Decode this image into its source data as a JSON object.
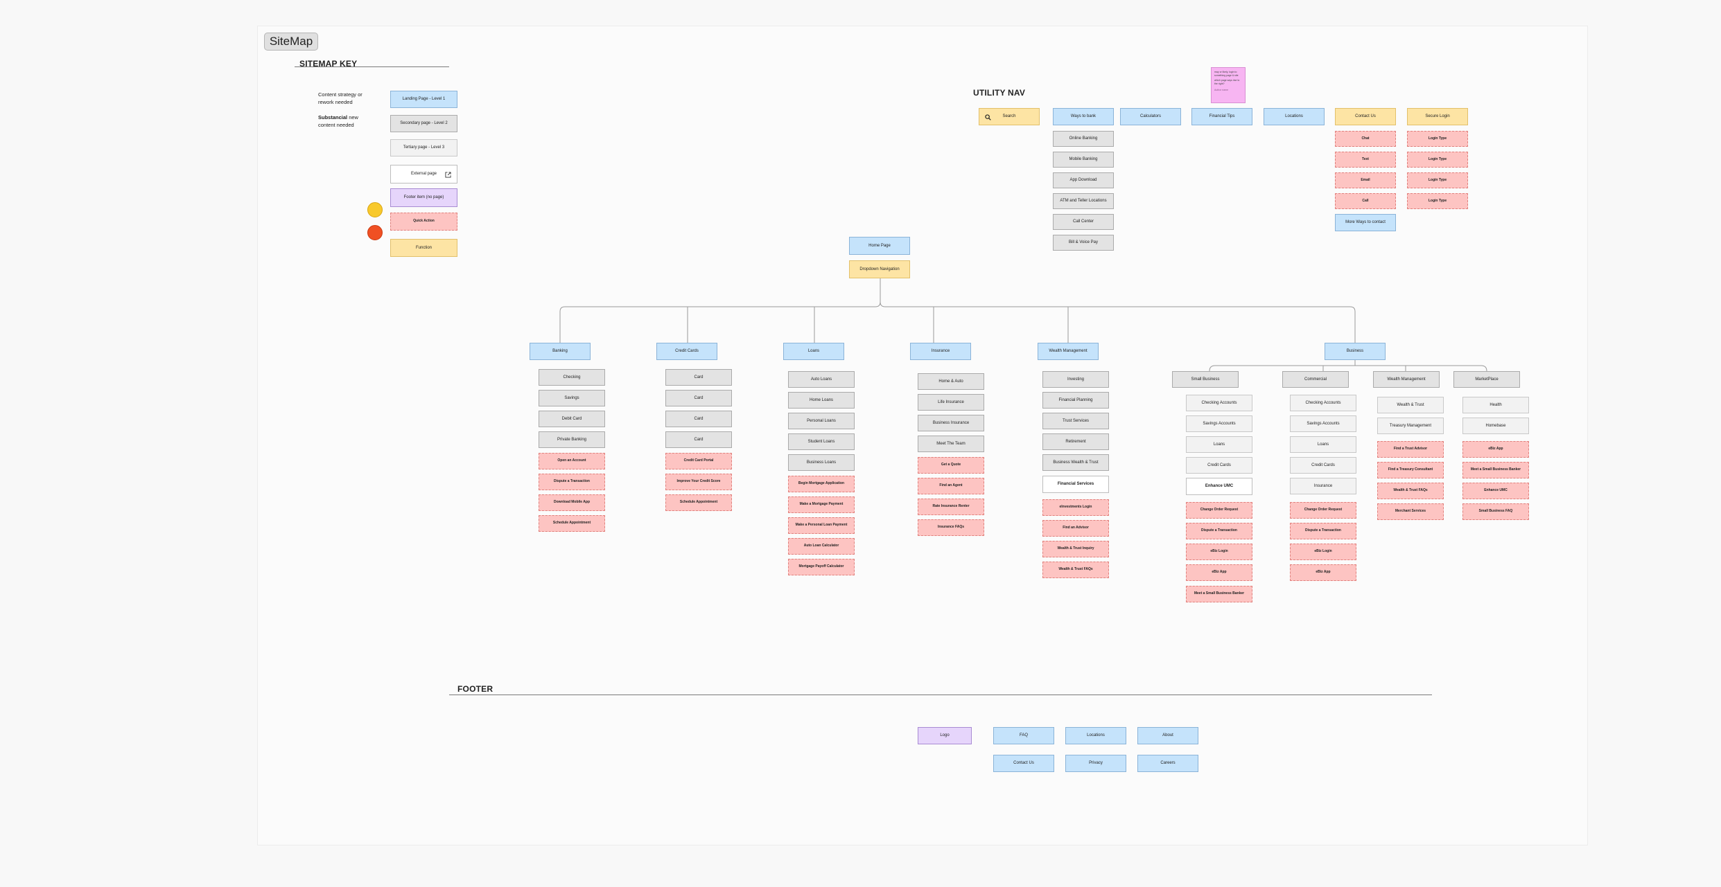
{
  "title": "SiteMap",
  "key": {
    "heading": "SITEMAP KEY",
    "note1": "Content strategy or rework needed",
    "note2_bold": "Substancial",
    "note2_rest": " new content needed",
    "landing": "Landing Page - Level 1",
    "secondary": "Secondary page - Level 2",
    "tertiary": "Tertiary page - Level 3",
    "external": "External page",
    "footer": "Footer item (no page)",
    "quick": "Quick Action",
    "function": "Function",
    "dot_yellow": "#f8c92c",
    "dot_red": "#f05023"
  },
  "utility": {
    "heading": "UTILITY NAV",
    "sticky": [
      "may or likely, login to something page & site",
      "which page says rise to the right?",
      "Author name"
    ],
    "search": "Search",
    "ways": {
      "label": "Ways to bank",
      "children": [
        "Online Banking",
        "Mobile Banking",
        "App Download",
        "ATM and Teller Locations",
        "Call Center",
        "Bill & Voice Pay"
      ]
    },
    "calculators": "Calculators",
    "tips": "Financial Tips",
    "locations": "Locations",
    "contact": {
      "label": "Contact Us",
      "children": [
        "Chat",
        "Text",
        "Email",
        "Call"
      ],
      "more": "More Ways to contact"
    },
    "login": {
      "label": "Secure Login",
      "children": [
        "Login Type",
        "Login Type",
        "Login Type",
        "Login Type"
      ]
    }
  },
  "home": {
    "label": "Home Page",
    "nav": "Dropdown Navigation"
  },
  "sections": {
    "banking": {
      "label": "Banking",
      "pages": [
        "Checking",
        "Savings",
        "Debit Card",
        "Private Banking"
      ],
      "actions": [
        "Open an Account",
        "Dispute a Transaction",
        "Download Mobile App",
        "Schedule Appointment"
      ]
    },
    "credit": {
      "label": "Credit Cards",
      "pages": [
        "Card",
        "Card",
        "Card",
        "Card"
      ],
      "actions": [
        "Credit Card Portal",
        "Improve Your Credit Score",
        "Schedule Appointment"
      ]
    },
    "loans": {
      "label": "Loans",
      "pages": [
        "Auto Loans",
        "Home Loans",
        "Personal Loans",
        "Student Loans",
        "Business Loans"
      ],
      "actions": [
        "Begin Mortgage Application",
        "Make a Mortgage Payment",
        "Make a Personal Loan Payment",
        "Auto Loan Calculator",
        "Mortgage Payoff Calculator"
      ]
    },
    "insurance": {
      "label": "Insurance",
      "pages": [
        "Home & Auto",
        "Life Insurance",
        "Business Insurance",
        "Meet The Team"
      ],
      "actions": [
        "Get a Quote",
        "Find an Agent",
        "Rate Insurance Renter",
        "Insurance FAQs"
      ]
    },
    "wealth": {
      "label": "Wealth Management",
      "pages": [
        "Investing",
        "Financial Planning",
        "Trust Services",
        "Retirement",
        "Business Wealth & Trust"
      ],
      "external": "Financial Services",
      "actions": [
        "eInvestments Login",
        "Find an Advisor",
        "Wealth & Trust Inquiry",
        "Wealth & Trust FAQs"
      ]
    },
    "business": {
      "label": "Business",
      "small": {
        "label": "Small Business",
        "pages": [
          "Checking Accounts",
          "Savings Accounts",
          "Loans",
          "Credit Cards"
        ],
        "external": "Enhance UMC",
        "actions": [
          "Change Order Request",
          "Dispute a Transaction",
          "eBiz Login",
          "eBiz App",
          "Meet a Small Business Banker"
        ]
      },
      "commercial": {
        "label": "Commercial",
        "pages": [
          "Checking Accounts",
          "Savings Accounts",
          "Loans",
          "Credit Cards",
          "Insurance"
        ],
        "actions": [
          "Change Order Request",
          "Dispute a Transaction",
          "eBiz Login",
          "eBiz App"
        ]
      },
      "wealth": {
        "label": "Wealth Management",
        "pages": [
          "Wealth & Trust",
          "Treasury Management"
        ],
        "actions": [
          "Find a Trust Advisor",
          "Find a Treasury Consultant",
          "Wealth & Trust FAQs",
          "Merchant Services"
        ]
      },
      "market": {
        "label": "MarketPlace",
        "pages": [
          "Health",
          "Homebase"
        ],
        "actions": [
          "eBiz App",
          "Meet a Small Business Banker",
          "Enhance UMC",
          "Small Business FAQ"
        ]
      }
    }
  },
  "footer": {
    "heading": "FOOTER",
    "logo": "Logo",
    "row1": [
      "FAQ",
      "Locations",
      "About"
    ],
    "row2": [
      "Contact Us",
      "Privacy",
      "Careers"
    ]
  }
}
